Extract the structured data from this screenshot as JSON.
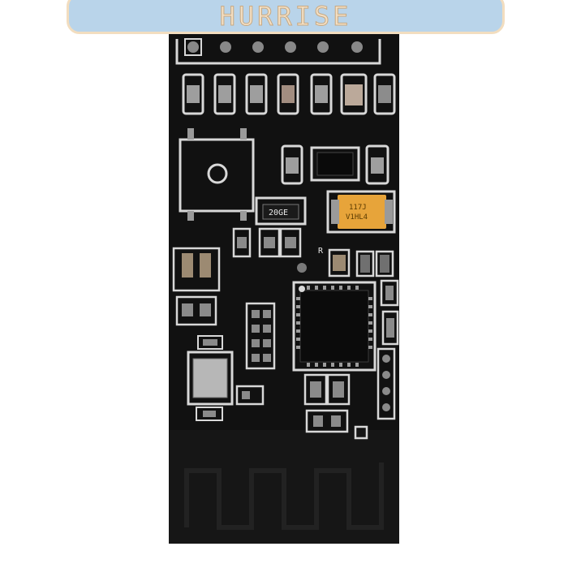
{
  "brand": {
    "text": "HURRISE"
  },
  "board": {
    "resistor_marking": "20GE",
    "tantalum_line1": "117J",
    "tantalum_line2": "V1HL4",
    "silk_marking": "R"
  },
  "colors": {
    "banner_fill": "#b9d4ea",
    "banner_border": "#f2ddbf",
    "brand_text": "#f4dfc3",
    "pcb": "#101010",
    "silkscreen": "#e6e6e6",
    "tantalum": "#e7a43a"
  }
}
